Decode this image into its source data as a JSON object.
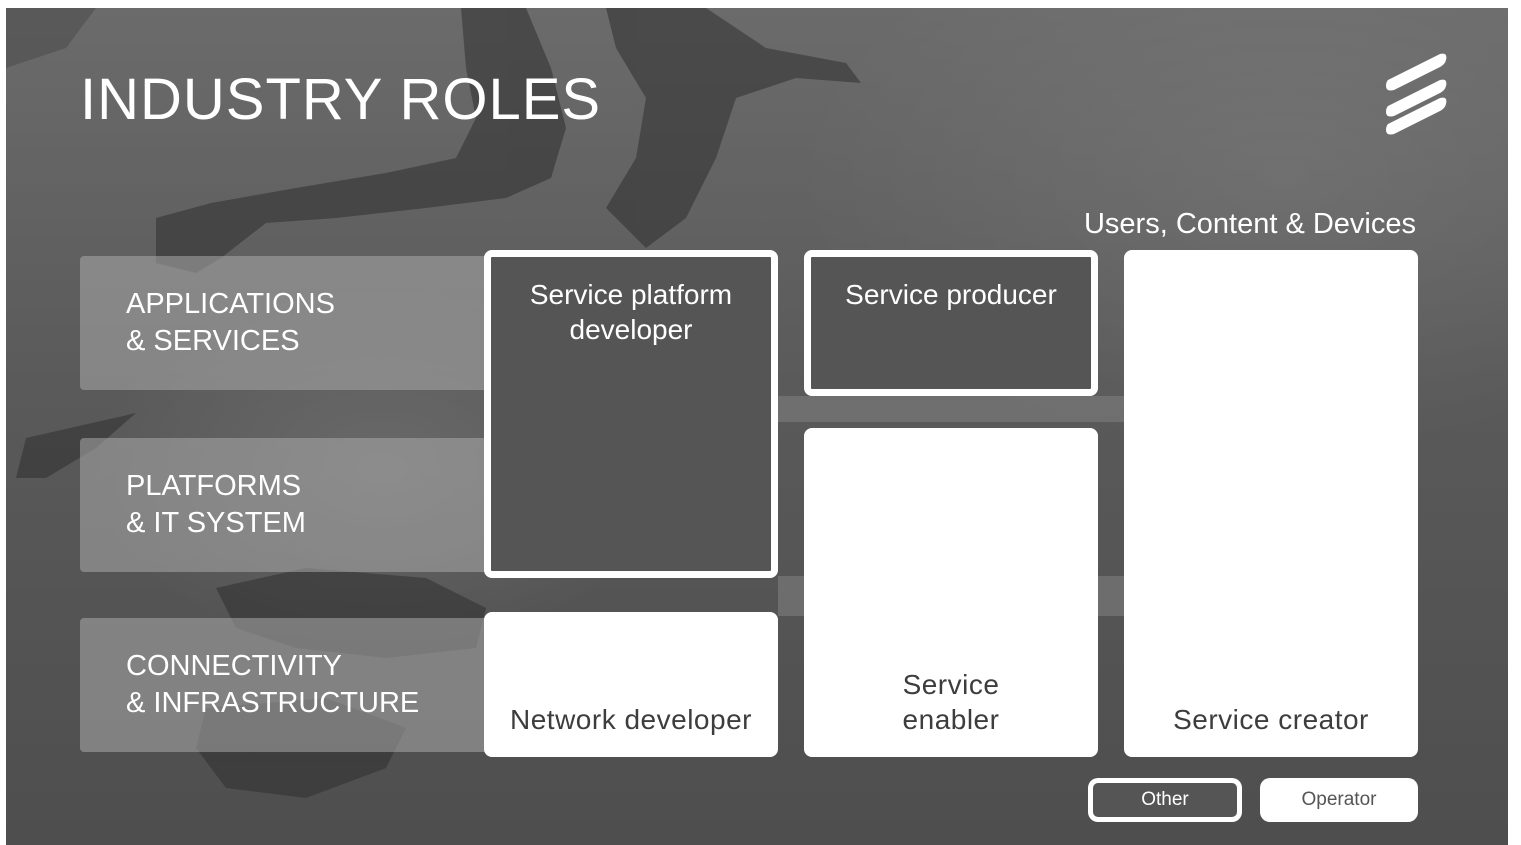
{
  "title": "INDUSTRY ROLES",
  "top_caption": "Users, Content & Devices",
  "layers": [
    {
      "line1": "APPLICATIONS",
      "line2": "& SERVICES"
    },
    {
      "line1": "PLATFORMS",
      "line2": "& IT SYSTEM"
    },
    {
      "line1": "CONNECTIVITY",
      "line2": "& INFRASTRUCTURE"
    }
  ],
  "roles": {
    "service_platform_developer": {
      "line1": "Service platform",
      "line2": "developer",
      "category": "Other"
    },
    "service_producer": {
      "line1": "Service producer",
      "category": "Other"
    },
    "network_developer": {
      "line1": "Network developer",
      "category": "Operator"
    },
    "service_enabler": {
      "line1": "Service",
      "line2": "enabler",
      "category": "Operator"
    },
    "service_creator": {
      "line1": "Service creator",
      "category": "Operator"
    }
  },
  "legend": {
    "other": "Other",
    "operator": "Operator"
  },
  "colors": {
    "other_fill": "#555555",
    "operator_fill": "#ffffff",
    "background": "#5e5e5e"
  },
  "icons": {
    "logo": "ericsson-logo-icon"
  }
}
